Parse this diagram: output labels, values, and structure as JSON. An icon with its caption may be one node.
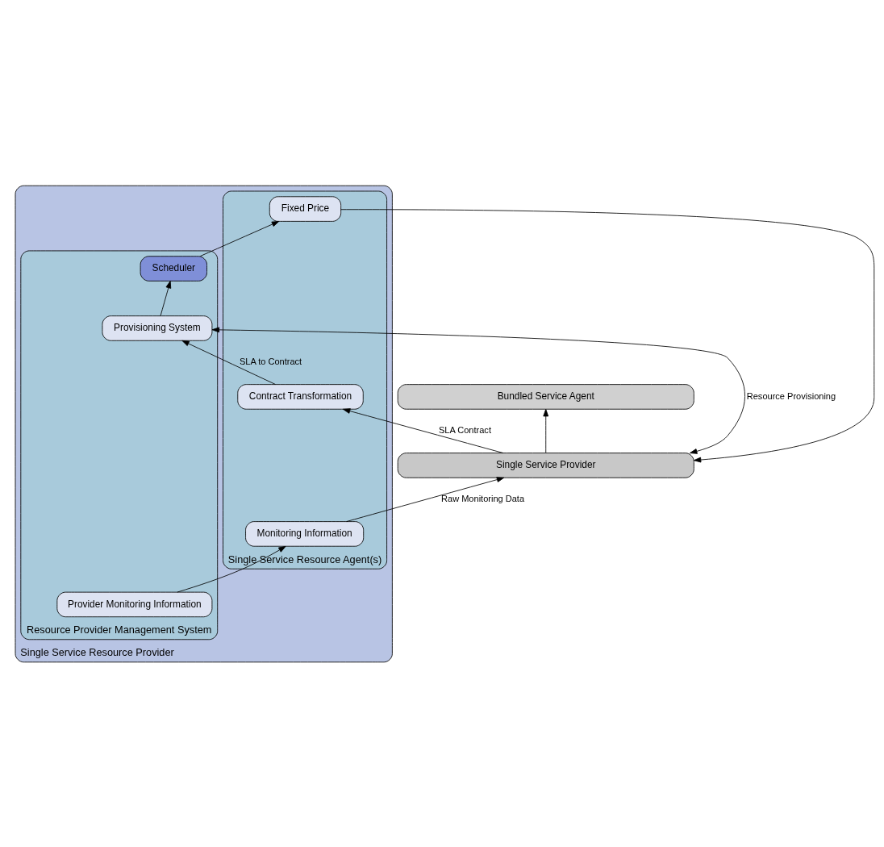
{
  "diagram": {
    "nodes": [
      {
        "text": [
          "Bundled Service Agent"
        ]
      },
      {
        "text": [
          "Single Service Provider"
        ]
      },
      {
        "text": [
          "Single Service Resource Provider"
        ]
      },
      {
        "text": [
          "Single Service Resource Agent(s)"
        ],
        "in": 2
      },
      {
        "text": [
          "Contract Transformation"
        ],
        "in": 3
      },
      {
        "text": [
          "Monitoring Information"
        ],
        "in": 3
      },
      {
        "text": [
          "Fixed Price"
        ],
        "in": 3
      },
      {
        "text": [
          "Resource Provider Management System"
        ],
        "in": 2
      },
      {
        "text": [
          "Provider Monitoring Information"
        ],
        "in": 7
      },
      {
        "text": [
          "Provisioning System"
        ],
        "in": 7
      },
      {
        "text": [
          "Scheduler"
        ],
        "in": 7
      }
    ],
    "edges": [
      {
        "from": 1,
        "to": 0,
        "arrow": "to"
      },
      {
        "from": 1,
        "to": 4,
        "arrow": "to",
        "label": "SLA Contract"
      },
      {
        "from": 5,
        "to": 1,
        "arrow": "to",
        "label": "Raw Monitoring Data"
      },
      {
        "from": 6,
        "to": 1,
        "arrow": "to"
      },
      {
        "from": 9,
        "to": 1,
        "arrow": "both",
        "label": "Resource Provisioning"
      },
      {
        "from": 4,
        "to": 9,
        "arrow": "to",
        "label": "SLA to Contract"
      },
      {
        "from": 8,
        "to": 5,
        "arrow": "to"
      },
      {
        "from": 9,
        "to": 10,
        "arrow": "to"
      },
      {
        "from": 10,
        "to": 6,
        "arrow": "to"
      }
    ]
  }
}
